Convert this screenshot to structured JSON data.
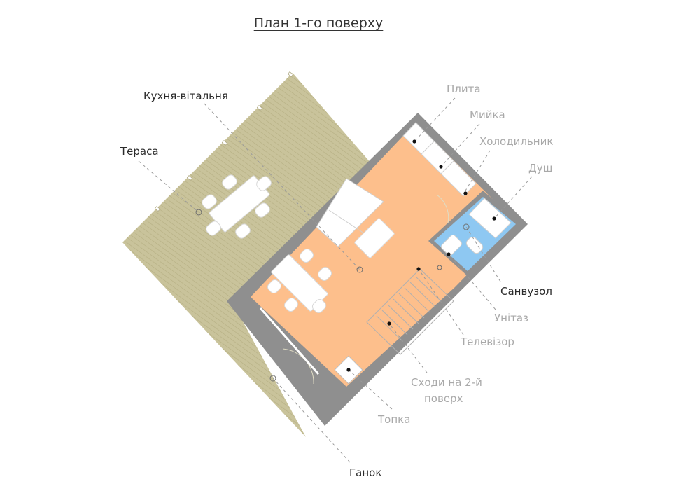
{
  "title": "План 1-го поверху",
  "labels": {
    "kitchen_living": "Кухня-вітальня",
    "terrace": "Тераса",
    "stove": "Плита",
    "sink": "Мийка",
    "fridge": "Холодильник",
    "shower": "Душ",
    "bathroom": "Санвузол",
    "toilet": "Унітаз",
    "tv": "Телевізор",
    "stairs_line1": "Сходи на 2-й",
    "stairs_line2": "поверх",
    "firebox": "Топка",
    "porch": "Ганок"
  },
  "colors": {
    "terrace": "#c9c39b",
    "terrace_line": "#b5ae82",
    "wall": "#8f8f8f",
    "living": "#fdbf8c",
    "bathroom": "#8ec8f2",
    "furniture": "#ffffff",
    "dark_label": "#2b2b2b",
    "light_label": "#a9a9a9"
  }
}
